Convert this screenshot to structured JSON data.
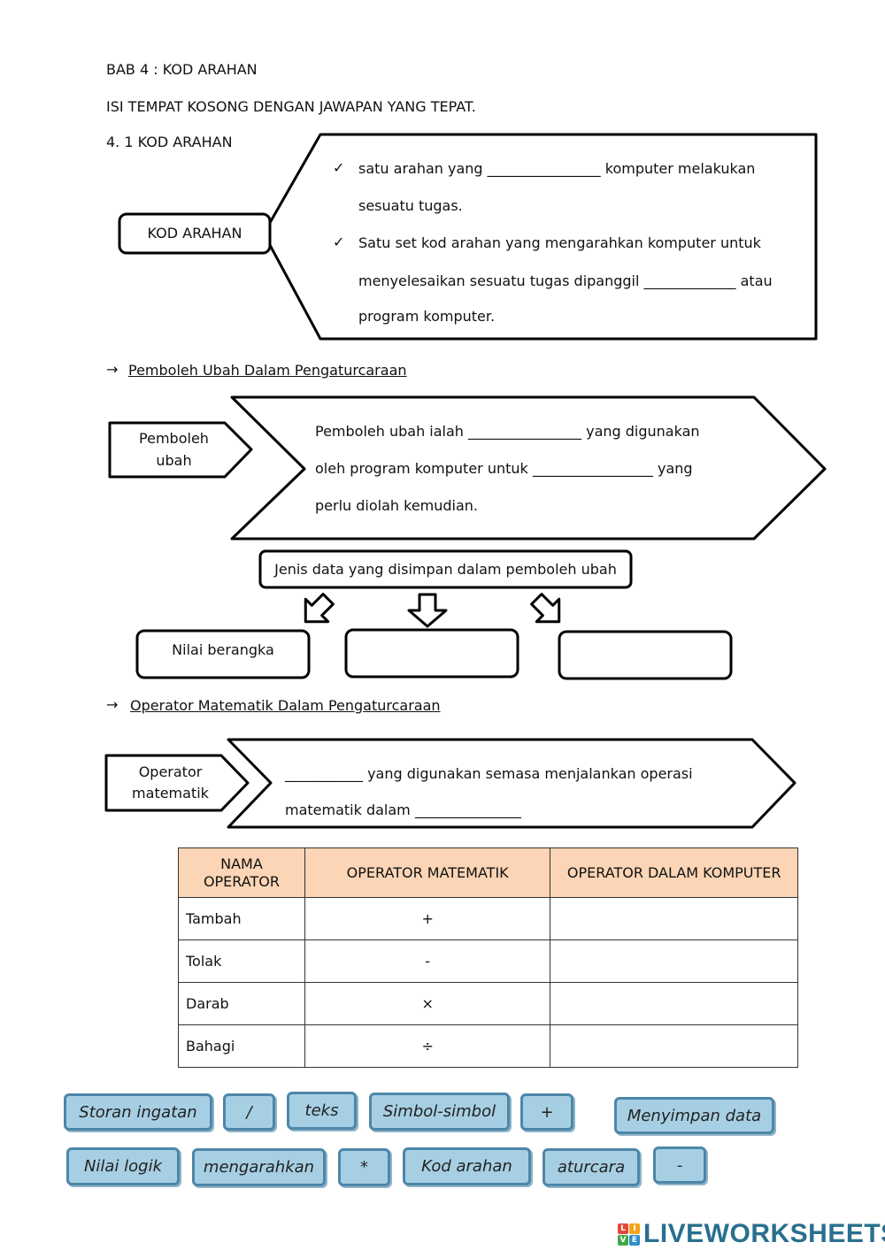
{
  "header": {
    "chapter": "BAB 4 : KOD ARAHAN",
    "instruction": "ISI TEMPAT KOSONG DENGAN JAWAPAN YANG TEPAT.",
    "section": "4. 1 KOD ARAHAN"
  },
  "kod_arahan": {
    "label": "KOD ARAHAN",
    "check_glyph": "✓",
    "line1": "satu arahan yang ________________ komputer melakukan",
    "line2": "sesuatu tugas.",
    "line3": "Satu set kod arahan yang mengarahkan komputer untuk",
    "line4": "menyelesaikan sesuatu tugas dipanggil _____________ atau",
    "line5": "program komputer."
  },
  "pemboleh_ubah": {
    "arrow_glyph": "→",
    "heading": "Pemboleh Ubah Dalam Pengaturcaraan",
    "label_line1": "Pemboleh",
    "label_line2": "ubah",
    "line1": "Pemboleh ubah ialah ________________ yang digunakan",
    "line2": "oleh program komputer  untuk _________________ yang",
    "line3": "perlu diolah kemudian.",
    "jenis_data": "Jenis data yang disimpan dalam pemboleh ubah",
    "box1": "Nilai berangka",
    "box2": "",
    "box3": ""
  },
  "operator": {
    "arrow_glyph": "→",
    "heading": "Operator Matematik Dalam Pengaturcaraan",
    "label_line1": "Operator",
    "label_line2": "matematik",
    "line1": "___________ yang digunakan semasa menjalankan operasi",
    "line2": "matematik dalam _______________"
  },
  "table": {
    "headers": [
      "NAMA OPERATOR",
      "OPERATOR MATEMATIK",
      "OPERATOR DALAM KOMPUTER"
    ],
    "rows": [
      [
        "Tambah",
        "+",
        ""
      ],
      [
        "Tolak",
        "-",
        ""
      ],
      [
        "Darab",
        "×",
        ""
      ],
      [
        "Bahagi",
        "÷",
        ""
      ]
    ]
  },
  "answer_tiles": [
    "Storan ingatan",
    "/",
    "teks",
    "Simbol-simbol",
    "+",
    "Menyimpan data",
    "Nilai logik",
    "mengarahkan",
    "*",
    "Kod arahan",
    "aturcara",
    "-"
  ],
  "logo": {
    "letters": [
      "L",
      "I",
      "V",
      "E"
    ],
    "text": "LIVEWORKSHEETS",
    "colors": [
      "#e2473c",
      "#f3a51b",
      "#43a847",
      "#2a8fc9"
    ]
  }
}
